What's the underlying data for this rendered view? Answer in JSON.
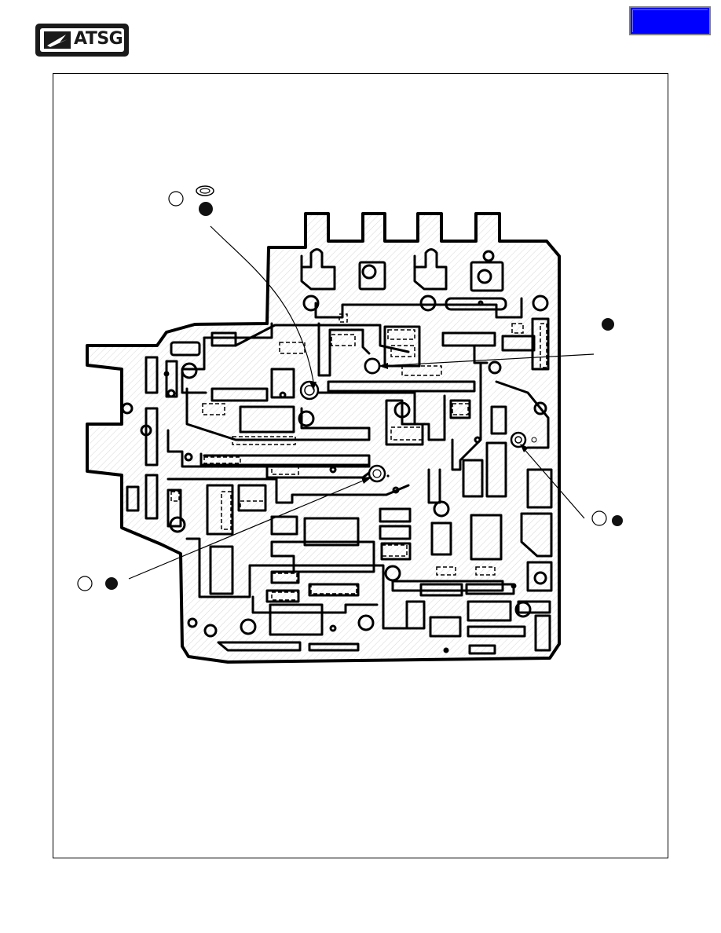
{
  "header": {
    "logo_text": "ATSG",
    "logo_icon": "atsg-bird-logo",
    "nav_button_color": "#0000ff"
  },
  "diagram": {
    "callouts": [
      {
        "icon": "open-circle-and-filled-circle",
        "target": "checkball-with-seal"
      },
      {
        "icon": "filled-circle",
        "target": "passage-hole"
      },
      {
        "icon": "open-circle-and-filled-circle",
        "target": "checkball-right"
      },
      {
        "icon": "open-circle-and-filled-circle",
        "target": "checkball-lower-left"
      }
    ]
  }
}
